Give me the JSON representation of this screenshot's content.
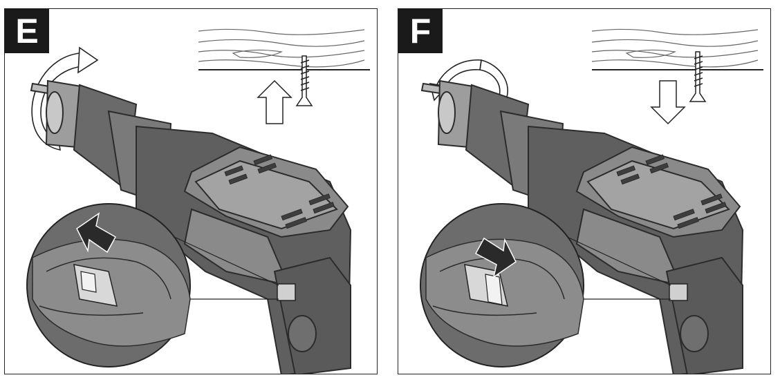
{
  "panels": [
    {
      "label": "E",
      "rotation": "clockwise",
      "screw_motion": "up",
      "switch_direction": "forward"
    },
    {
      "label": "F",
      "rotation": "counterclockwise",
      "screw_motion": "down",
      "switch_direction": "reverse"
    }
  ],
  "colors": {
    "body_dark": "#5f5f5f",
    "body_mid": "#8a8a8a",
    "body_light": "#b3b3b3",
    "chuck": "#9d9d9d",
    "outline": "#2b2b2b",
    "label_bg": "#1a1a1a",
    "arrow_fill": "#2a2a2a"
  }
}
